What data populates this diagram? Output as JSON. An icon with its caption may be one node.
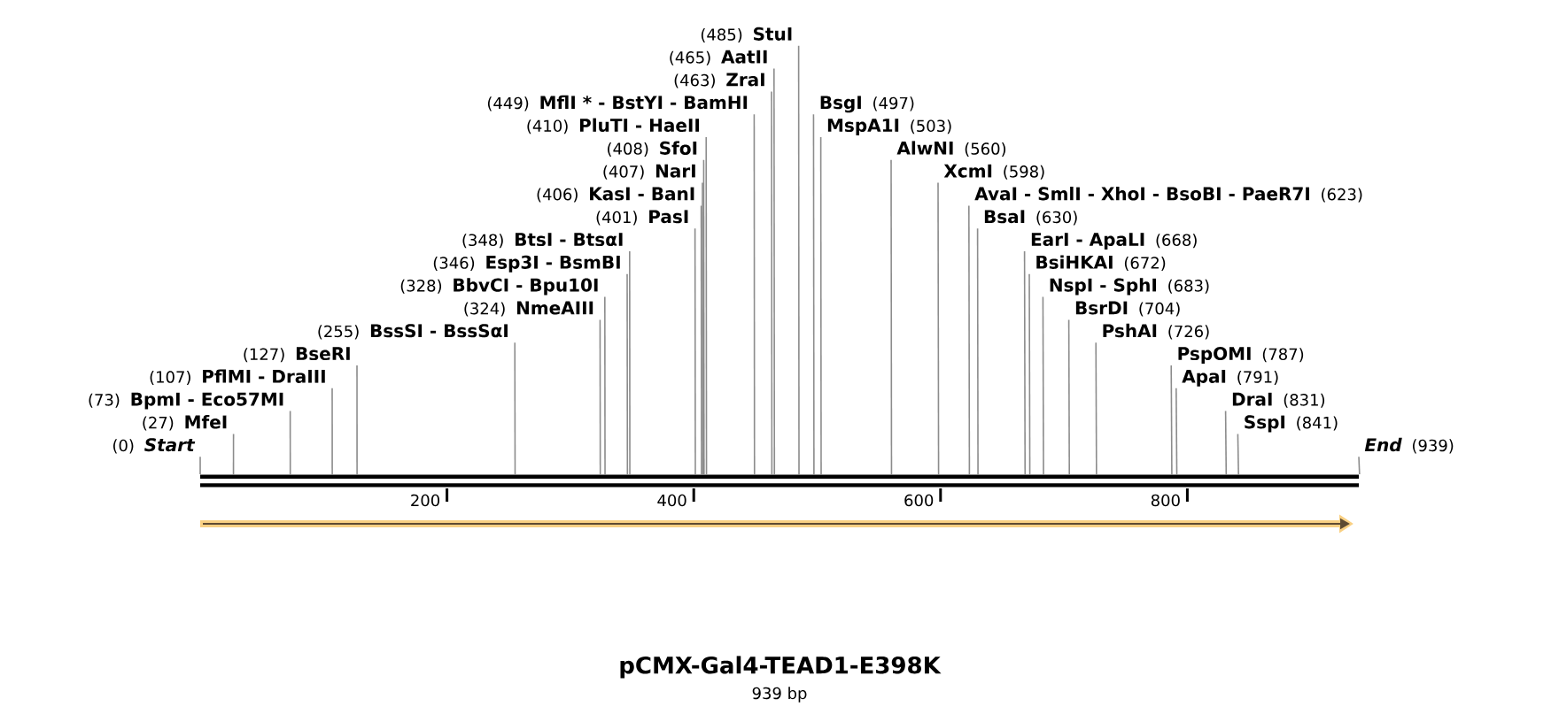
{
  "diagram": {
    "title": "pCMX-Gal4-TEAD1-E398K",
    "nodes": [
      {
        "text": [
          "Start"
        ],
        "beside": [
          "(0)"
        ]
      },
      {
        "text": [
          "MfeI"
        ],
        "beside": [
          "(27)"
        ]
      },
      {
        "text": [
          "BpmI - Eco57MI"
        ],
        "beside": [
          "(73)"
        ]
      },
      {
        "text": [
          "PflMI - DraIII"
        ],
        "beside": [
          "(107)"
        ]
      },
      {
        "text": [
          "BseRI"
        ],
        "beside": [
          "(127)"
        ]
      },
      {
        "text": [
          "BssSI - BssSαI"
        ],
        "beside": [
          "(255)"
        ]
      },
      {
        "text": [
          "NmeAIII"
        ],
        "beside": [
          "(324)"
        ]
      },
      {
        "text": [
          "BbvCI - Bpu10I"
        ],
        "beside": [
          "(328)"
        ]
      },
      {
        "text": [
          "Esp3I - BsmBI"
        ],
        "beside": [
          "(346)"
        ]
      },
      {
        "text": [
          "BtsI - BtsαI"
        ],
        "beside": [
          "(348)"
        ]
      },
      {
        "text": [
          "PasI"
        ],
        "beside": [
          "(401)"
        ]
      },
      {
        "text": [
          "KasI - BanI"
        ],
        "beside": [
          "(406)"
        ]
      },
      {
        "text": [
          "NarI"
        ],
        "beside": [
          "(407)"
        ]
      },
      {
        "text": [
          "SfoI"
        ],
        "beside": [
          "(408)"
        ]
      },
      {
        "text": [
          "PluTI - HaeII"
        ],
        "beside": [
          "(410)"
        ]
      },
      {
        "text": [
          "MflI * - BstYI - BamHI"
        ],
        "beside": [
          "(449)"
        ]
      },
      {
        "text": [
          "ZraI"
        ],
        "beside": [
          "(463)"
        ]
      },
      {
        "text": [
          "AatII"
        ],
        "beside": [
          "(465)"
        ]
      },
      {
        "text": [
          "StuI"
        ],
        "beside": [
          "(485)"
        ]
      },
      {
        "text": [
          "BsgI"
        ],
        "beside": [
          "(497)"
        ]
      },
      {
        "text": [
          "MspA1I"
        ],
        "beside": [
          "(503)"
        ]
      },
      {
        "text": [
          "AlwNI"
        ],
        "beside": [
          "(560)"
        ]
      },
      {
        "text": [
          "XcmI"
        ],
        "beside": [
          "(598)"
        ]
      },
      {
        "text": [
          "AvaI - SmlI - XhoI - BsoBI - PaeR7I"
        ],
        "beside": [
          "(623)"
        ]
      },
      {
        "text": [
          "BsaI"
        ],
        "beside": [
          "(630)"
        ]
      },
      {
        "text": [
          "EarI - ApaLI"
        ],
        "beside": [
          "(668)"
        ]
      },
      {
        "text": [
          "BsiHKAI"
        ],
        "beside": [
          "(672)"
        ]
      },
      {
        "text": [
          "NspI - SphI"
        ],
        "beside": [
          "(683)"
        ]
      },
      {
        "text": [
          "BsrDI"
        ],
        "beside": [
          "(704)"
        ]
      },
      {
        "text": [
          "PshAI"
        ],
        "beside": [
          "(726)"
        ]
      },
      {
        "text": [
          "PspOMI"
        ],
        "beside": [
          "(787)"
        ]
      },
      {
        "text": [
          "ApaI"
        ],
        "beside": [
          "(791)"
        ]
      },
      {
        "text": [
          "DraI"
        ],
        "beside": [
          "(831)"
        ]
      },
      {
        "text": [
          "SspI"
        ],
        "beside": [
          "(841)"
        ]
      },
      {
        "text": [
          "End"
        ],
        "beside": [
          "(939)"
        ]
      },
      {
        "text": [],
        "shape": "bar"
      }
    ],
    "edges": [
      {
        "from": 0,
        "to": 35,
        "arrow": "none"
      },
      {
        "from": 1,
        "to": 35,
        "arrow": "none"
      },
      {
        "from": 2,
        "to": 35,
        "arrow": "none"
      },
      {
        "from": 3,
        "to": 35,
        "arrow": "none"
      },
      {
        "from": 4,
        "to": 35,
        "arrow": "none"
      },
      {
        "from": 5,
        "to": 35,
        "arrow": "none"
      },
      {
        "from": 6,
        "to": 35,
        "arrow": "none"
      },
      {
        "from": 7,
        "to": 35,
        "arrow": "none"
      },
      {
        "from": 8,
        "to": 35,
        "arrow": "none"
      },
      {
        "from": 9,
        "to": 35,
        "arrow": "none"
      },
      {
        "from": 10,
        "to": 35,
        "arrow": "none"
      },
      {
        "from": 11,
        "to": 35,
        "arrow": "none"
      },
      {
        "from": 12,
        "to": 35,
        "arrow": "none"
      },
      {
        "from": 13,
        "to": 35,
        "arrow": "none"
      },
      {
        "from": 14,
        "to": 35,
        "arrow": "none"
      },
      {
        "from": 15,
        "to": 35,
        "arrow": "none"
      },
      {
        "from": 16,
        "to": 35,
        "arrow": "none"
      },
      {
        "from": 17,
        "to": 35,
        "arrow": "none"
      },
      {
        "from": 18,
        "to": 35,
        "arrow": "none"
      },
      {
        "from": 19,
        "to": 35,
        "arrow": "none"
      },
      {
        "from": 20,
        "to": 35,
        "arrow": "none"
      },
      {
        "from": 21,
        "to": 35,
        "arrow": "none"
      },
      {
        "from": 22,
        "to": 35,
        "arrow": "none"
      },
      {
        "from": 23,
        "to": 35,
        "arrow": "none"
      },
      {
        "from": 24,
        "to": 35,
        "arrow": "none"
      },
      {
        "from": 25,
        "to": 35,
        "arrow": "none"
      },
      {
        "from": 26,
        "to": 35,
        "arrow": "none"
      },
      {
        "from": 27,
        "to": 35,
        "arrow": "none"
      },
      {
        "from": 28,
        "to": 35,
        "arrow": "none"
      },
      {
        "from": 29,
        "to": 35,
        "arrow": "none"
      },
      {
        "from": 30,
        "to": 35,
        "arrow": "none"
      },
      {
        "from": 31,
        "to": 35,
        "arrow": "none"
      },
      {
        "from": 32,
        "to": 35,
        "arrow": "none"
      },
      {
        "from": 33,
        "to": 35,
        "arrow": "none"
      },
      {
        "from": 34,
        "to": 35,
        "arrow": "none"
      }
    ],
    "labels": [
      "200",
      "400",
      "600",
      "800",
      "939 bp"
    ]
  }
}
